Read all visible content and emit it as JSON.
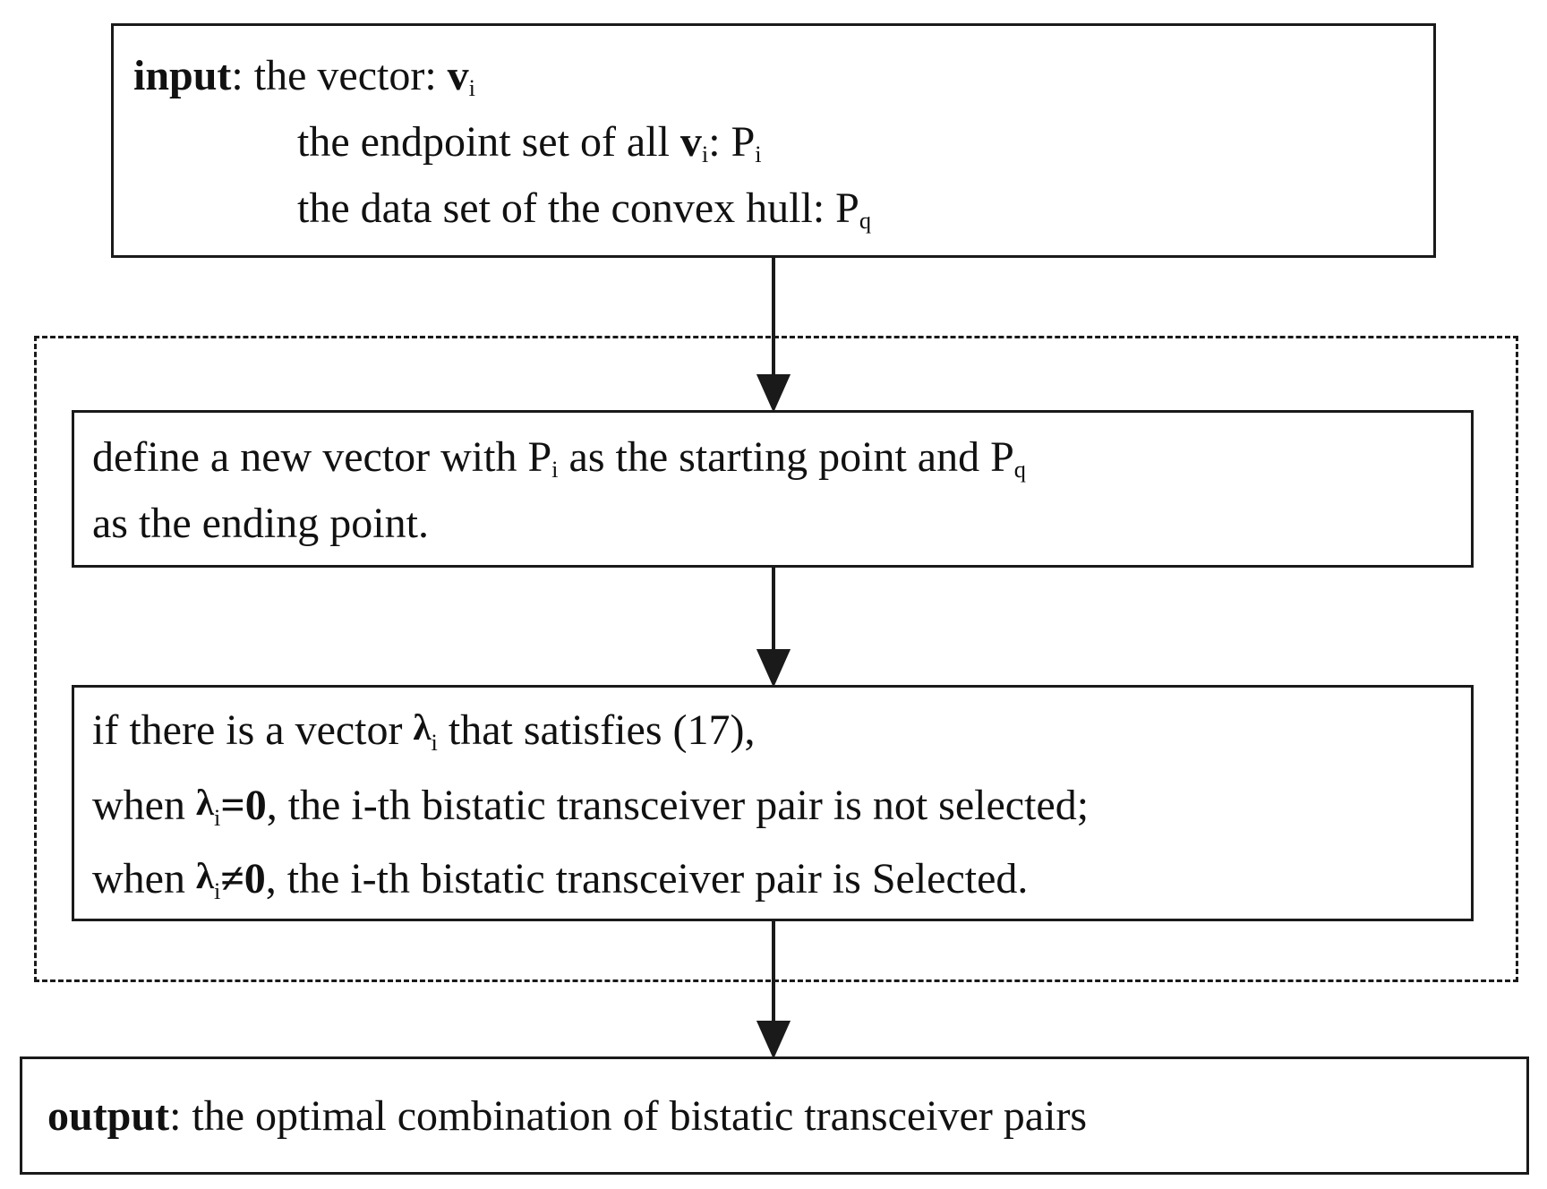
{
  "input_box": {
    "label": "input",
    "line1_text": ": the vector: ",
    "line1_var": "v",
    "line1_sub": "i",
    "line2_text": "the endpoint set of all ",
    "line2_var": "v",
    "line2_sub": "i",
    "line2_tail": ": P",
    "line2_tail_sub": "i",
    "line3_text": "the data set of the convex hull: P",
    "line3_sub": "q"
  },
  "define_box": {
    "line1_a": "define a new vector with P",
    "line1_sub_a": "i",
    "line1_b": " as the starting point and P",
    "line1_sub_b": "q",
    "line2": "as the ending point."
  },
  "condition_box": {
    "line1_a": "if there is a vector ",
    "lambda": "λ",
    "line1_sub": "i",
    "line1_b": " that satisfies (17),",
    "line2_a": "when ",
    "line2_sub": "i",
    "line2_cond": "=0",
    "line2_b": ", the i-th bistatic transceiver pair is not selected;",
    "line3_a": "when ",
    "line3_sub": "i",
    "line3_cond": "≠0",
    "line3_b": ", the i-th bistatic transceiver pair is Selected."
  },
  "output_box": {
    "label": "output",
    "text": ": the optimal combination of bistatic transceiver pairs"
  },
  "colors": {
    "stroke": "#1a1a1a",
    "text": "#111111",
    "background": "#ffffff"
  }
}
